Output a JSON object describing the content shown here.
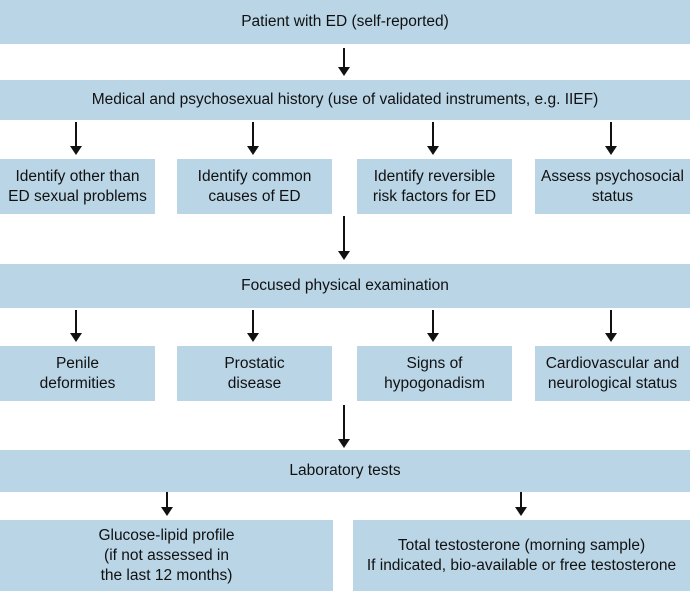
{
  "flowchart": {
    "top": "Patient with ED (self-reported)",
    "history": "Medical and psychosexual history (use of validated instruments, e.g. IIEF)",
    "history_children": [
      "Identify other than\nED sexual problems",
      "Identify common\ncauses of ED",
      "Identify reversible\nrisk factors for ED",
      "Assess psychosocial\nstatus"
    ],
    "exam": "Focused physical examination",
    "exam_children": [
      "Penile\ndeformities",
      "Prostatic\ndisease",
      "Signs of\nhypogonadism",
      "Cardiovascular and\nneurological status"
    ],
    "lab": "Laboratory tests",
    "lab_children": [
      "Glucose-lipid profile\n(if not assessed in\nthe last 12 months)",
      "Total testosterone (morning sample)\nIf indicated, bio-available or free testosterone"
    ]
  }
}
